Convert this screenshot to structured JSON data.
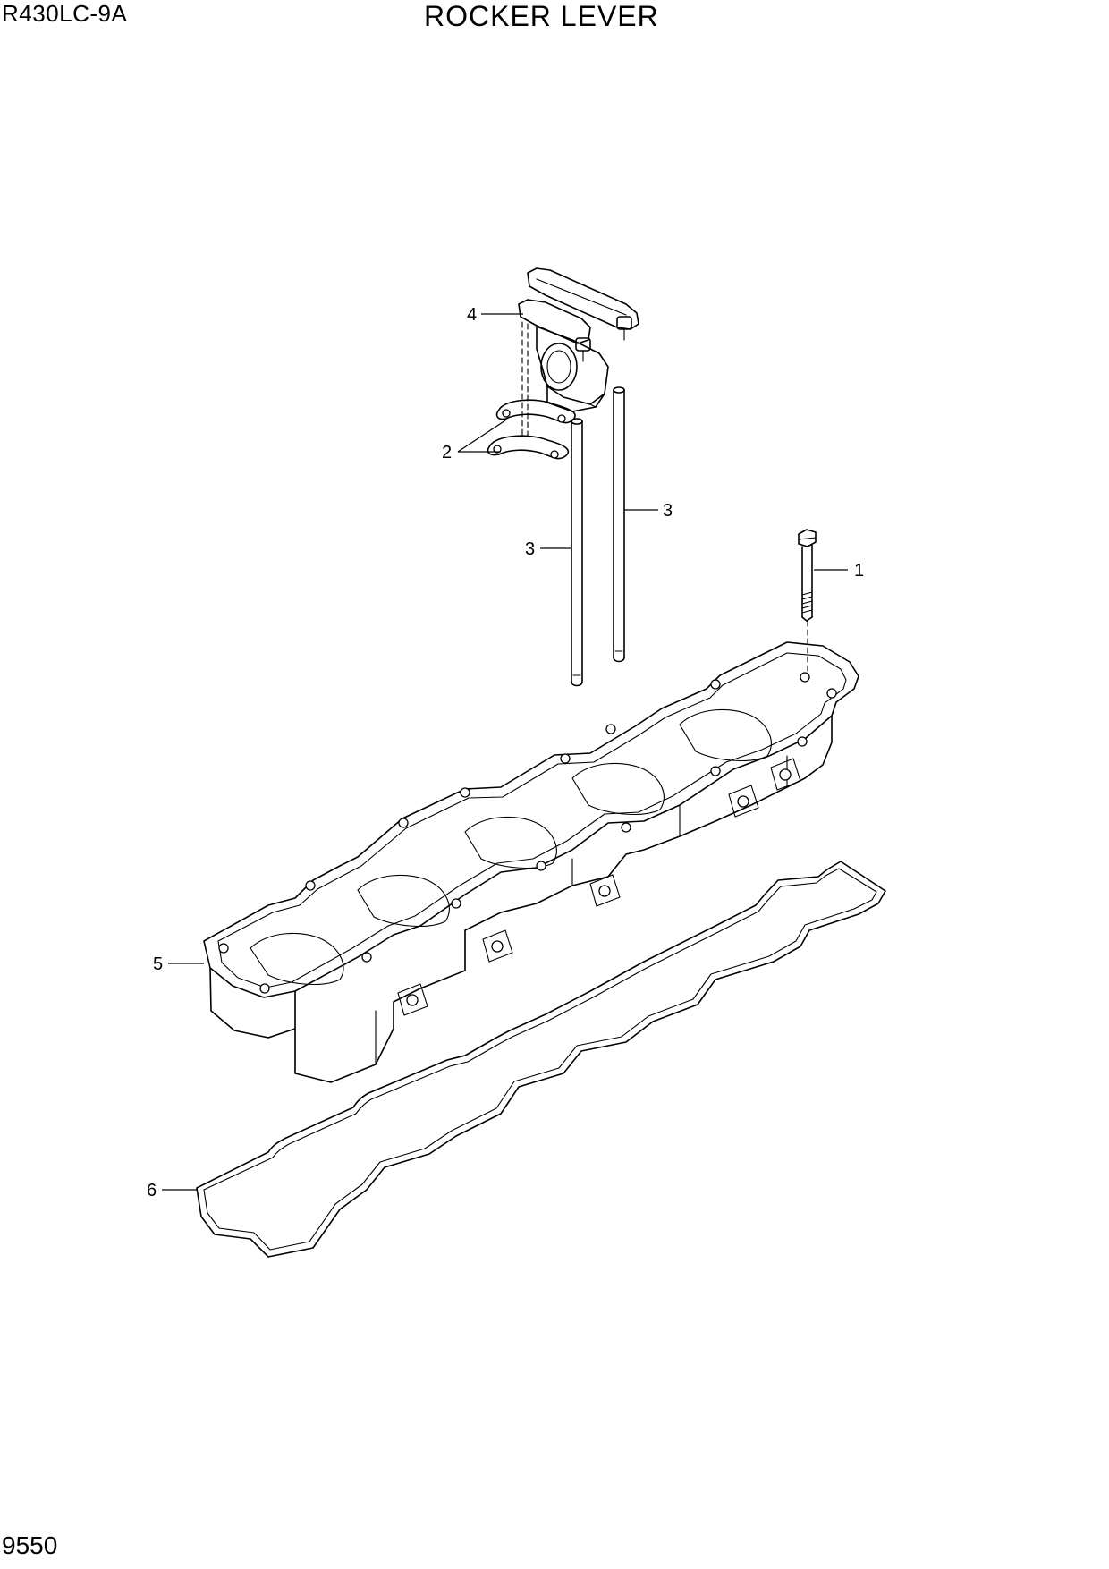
{
  "header": {
    "model_code": "R430LC-9A",
    "title": "ROCKER LEVER"
  },
  "footer": {
    "page_number": "9550"
  },
  "callouts": [
    {
      "id": "callout-1",
      "label": "1",
      "part": "bolt"
    },
    {
      "id": "callout-2",
      "label": "2",
      "part": "shim-pair"
    },
    {
      "id": "callout-3a",
      "label": "3",
      "part": "push-rod-left"
    },
    {
      "id": "callout-3b",
      "label": "3",
      "part": "push-rod-right"
    },
    {
      "id": "callout-4",
      "label": "4",
      "part": "rocker-lever"
    },
    {
      "id": "callout-5",
      "label": "5",
      "part": "rocker-housing"
    },
    {
      "id": "callout-6",
      "label": "6",
      "part": "gasket"
    }
  ]
}
